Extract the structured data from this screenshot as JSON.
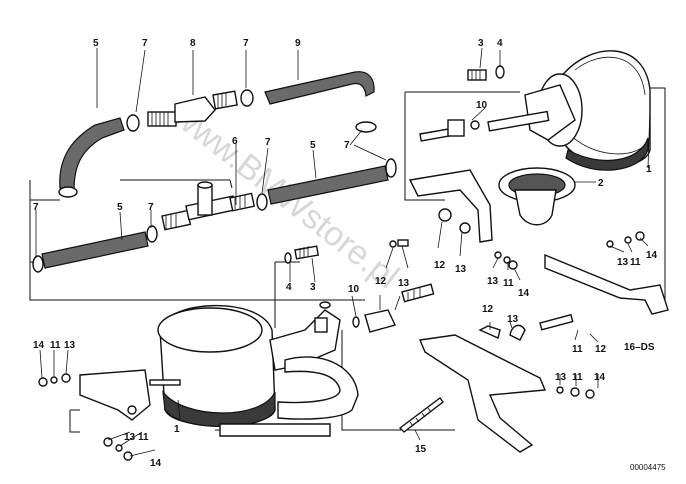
{
  "watermark": "www.BMWstore.pl",
  "diagram_code": "00004475",
  "callouts": {
    "c1": "1",
    "c1b": "1",
    "c2": "2",
    "c3a": "3",
    "c3b": "3",
    "c4a": "4",
    "c4b": "4",
    "c5a": "5",
    "c5b": "5",
    "c5c": "5",
    "c6": "6",
    "c7a": "7",
    "c7b": "7",
    "c7c": "7",
    "c7d": "7",
    "c7e": "7",
    "c7f": "7",
    "c8": "8",
    "c9": "9",
    "c10a": "10",
    "c10b": "10",
    "c11a": "11",
    "c11b": "11",
    "c11c": "11",
    "c11d": "11",
    "c11e": "11",
    "c11f": "11",
    "c12a": "12",
    "c12b": "12",
    "c12c": "12",
    "c12d": "12",
    "c13a": "13",
    "c13b": "13",
    "c13c": "13",
    "c13d": "13",
    "c13e": "13",
    "c13f": "13",
    "c13g": "13",
    "c13h": "13",
    "c14a": "14",
    "c14b": "14",
    "c14c": "14",
    "c14d": "14",
    "c14e": "14",
    "c15": "15",
    "c16": "16–DS"
  }
}
